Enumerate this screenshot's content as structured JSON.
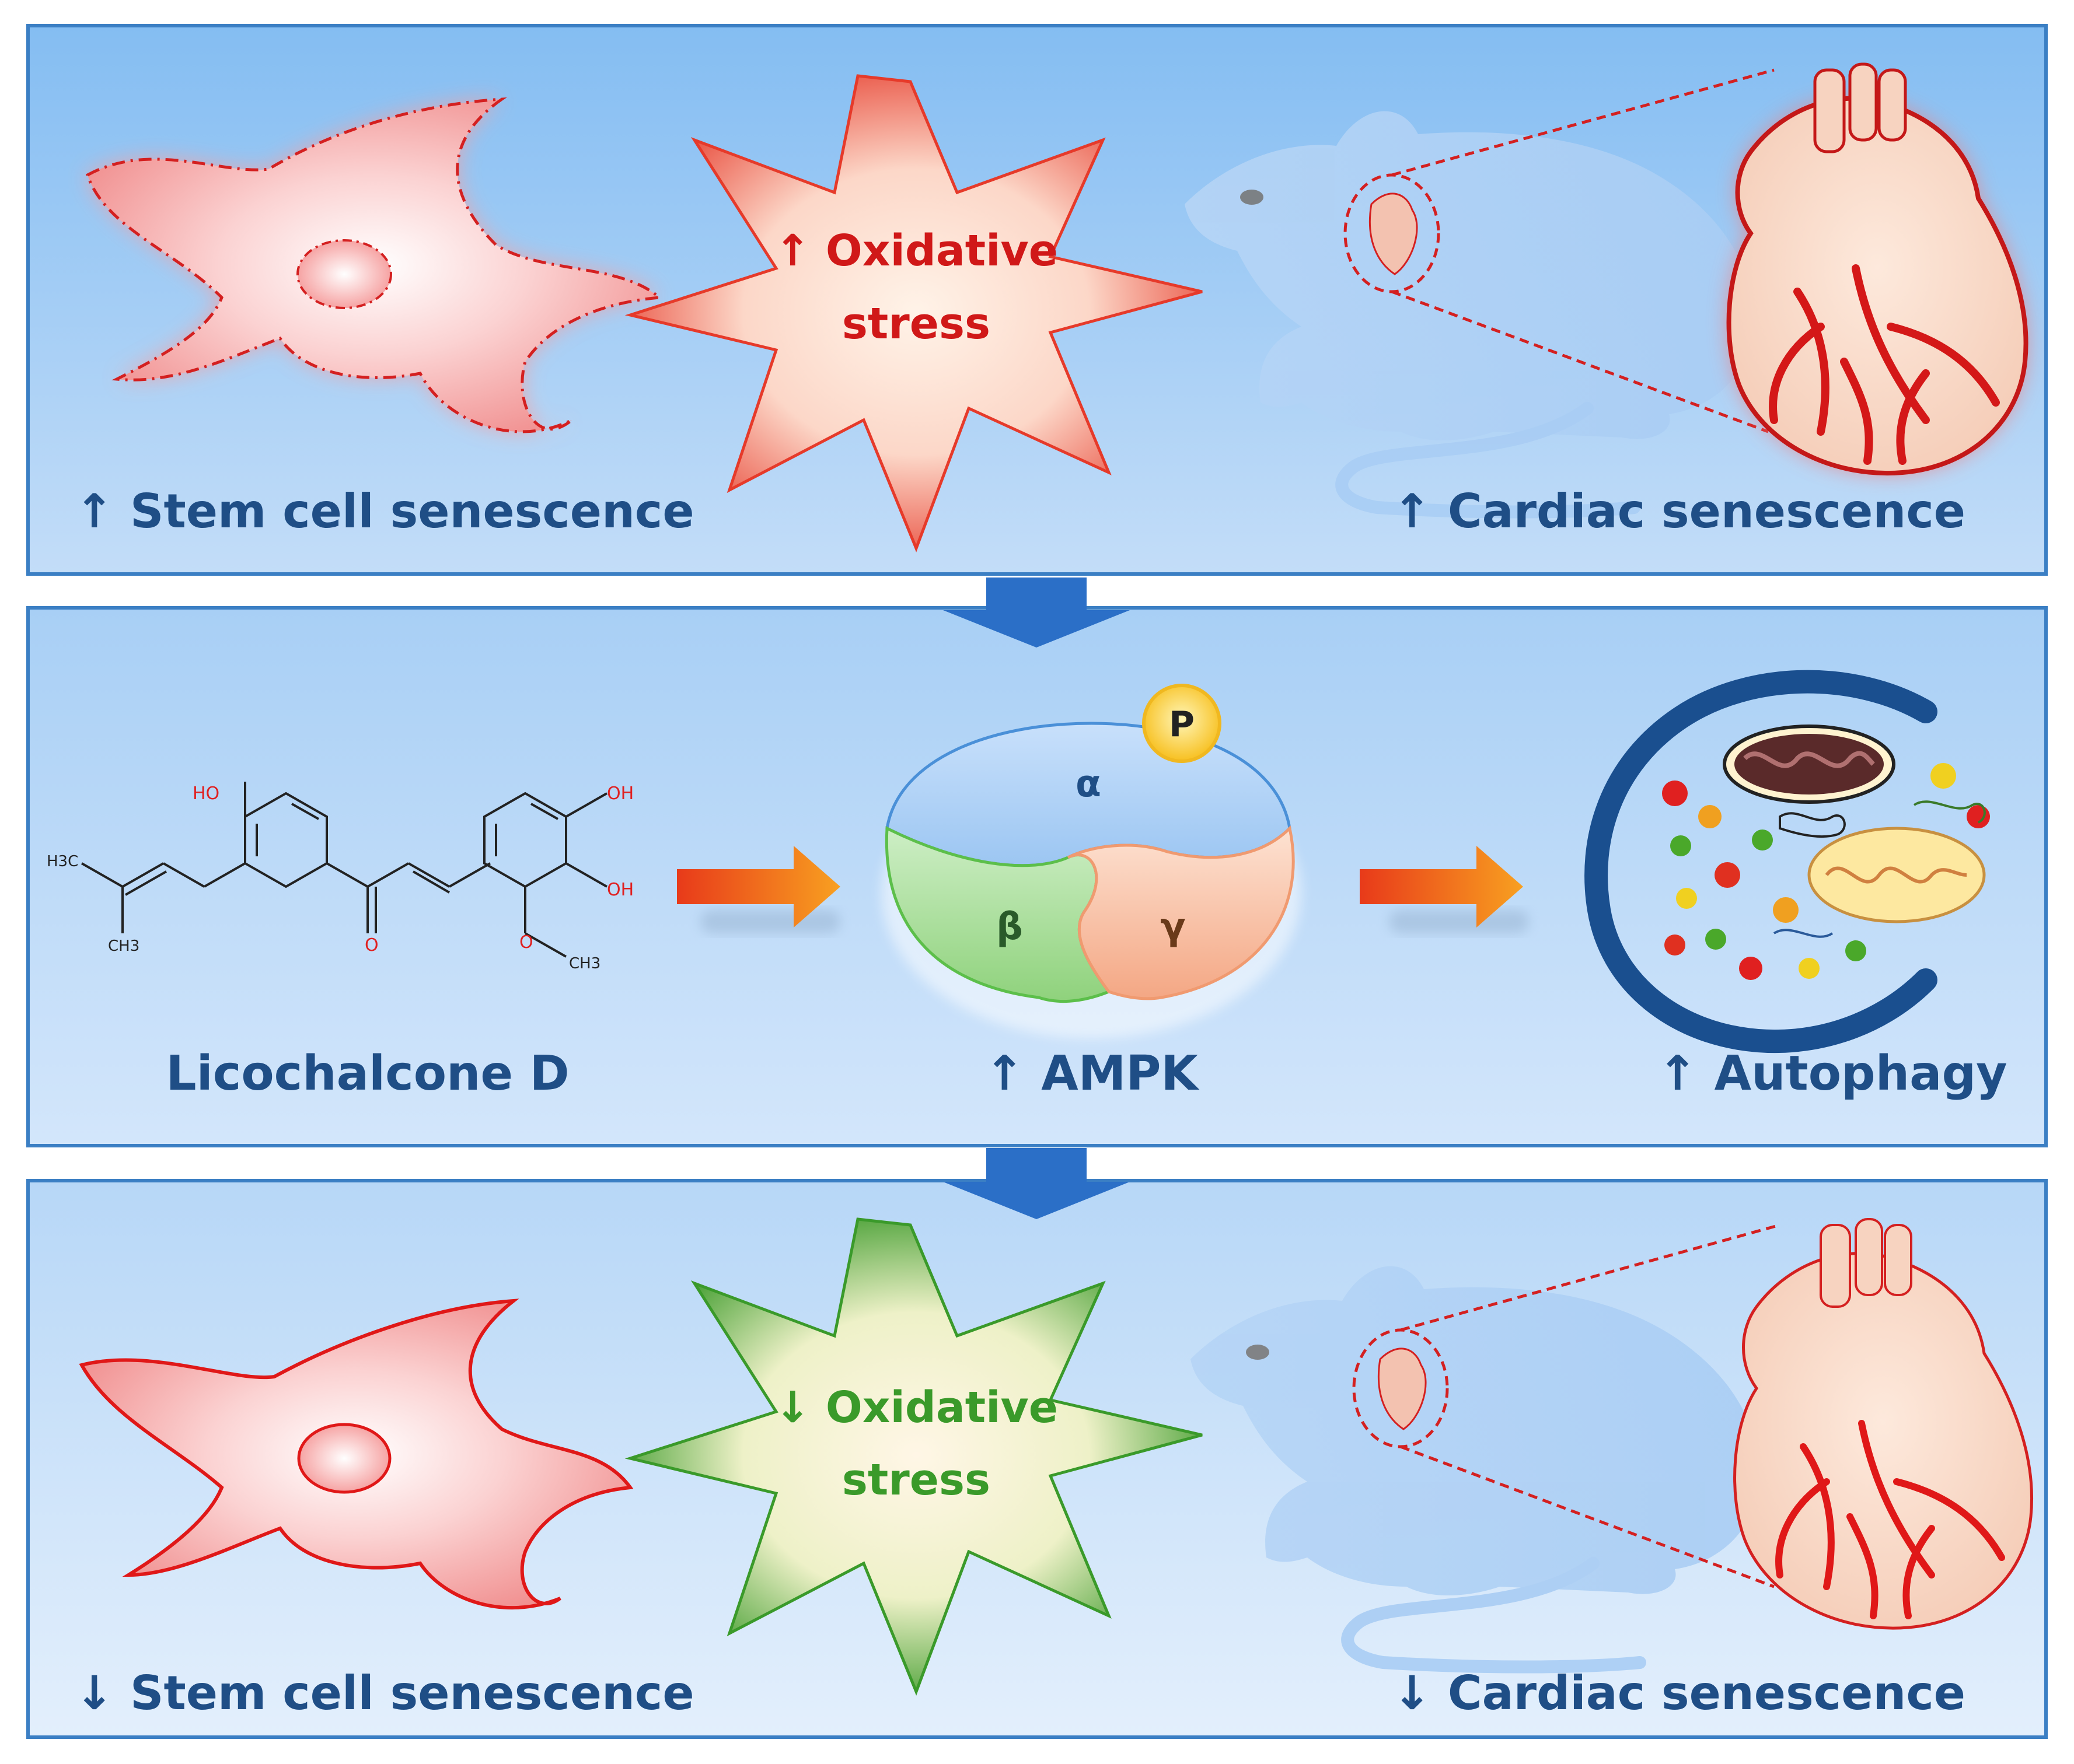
{
  "panel1": {
    "stem_label": "↑ Stem cell senescence",
    "cardiac_label": "↑ Cardiac senescence",
    "stress_line1": "↑ Oxidative",
    "stress_line2": "stress"
  },
  "panel2": {
    "compound_label": "Licochalcone D",
    "ampk_label": "↑ AMPK",
    "autophagy_label": "↑ Autophagy",
    "alpha": "α",
    "beta": "β",
    "gamma": "γ",
    "phospho": "P",
    "mol": {
      "ho_top": "HO",
      "oh_right_top": "OH",
      "oh_right": "OH",
      "o_keto": "O",
      "h3c": "H3C",
      "ch3_bottom": "CH3",
      "o_methoxy": "O",
      "ch3_methoxy": "CH3"
    }
  },
  "panel3": {
    "stem_label": "↓ Stem cell senescence",
    "cardiac_label": "↓ Cardiac senescence",
    "stress_line1": "↓ Oxidative",
    "stress_line2": "stress"
  },
  "colors": {
    "panel_top": "#8ec3f3",
    "panel_bottom": "#d6e7fb",
    "border": "#3b7fc4",
    "label_blue": "#1f4e86",
    "stress_red": "#d01818",
    "stress_green": "#3a9a2a",
    "arrow_blue": "#2b6fc7",
    "autophagosome": "#1a4f8f"
  }
}
